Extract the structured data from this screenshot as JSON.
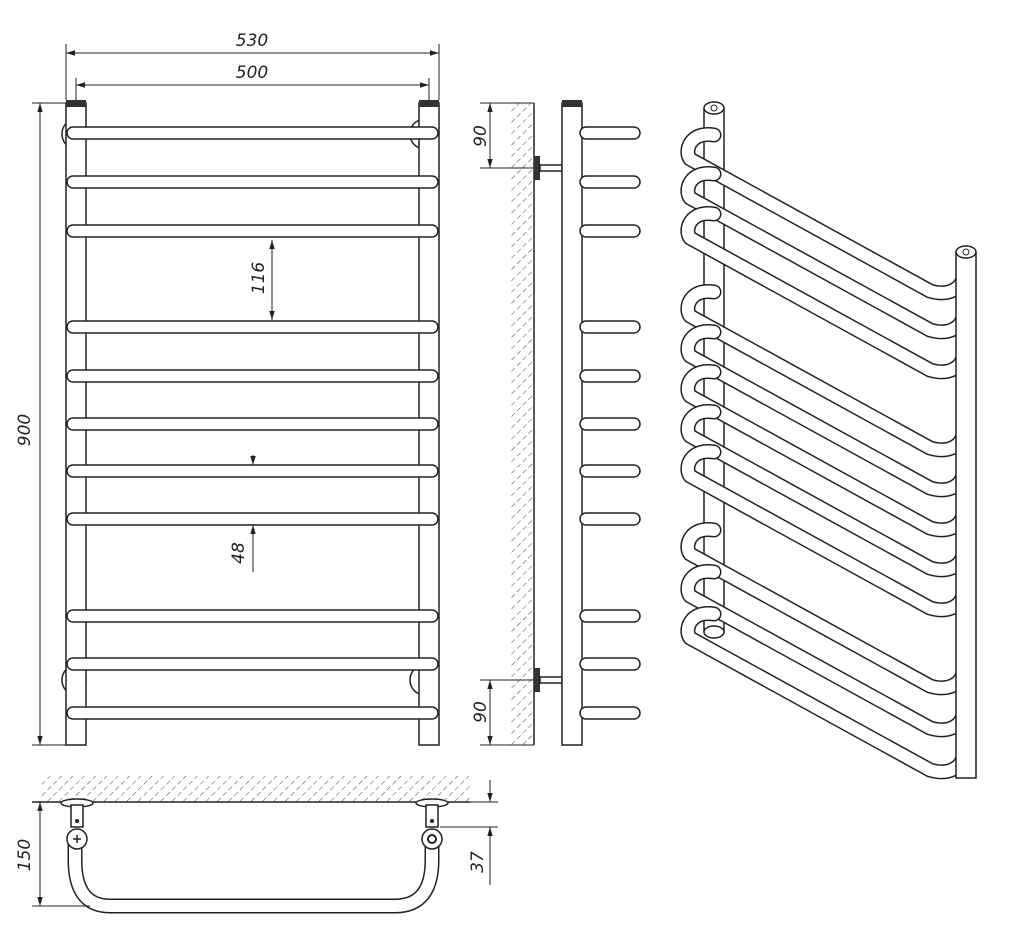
{
  "dimensions": {
    "overall_width": "530",
    "axis_width": "500",
    "rail_group_gap": "116",
    "rail_pitch": "48",
    "height": "900",
    "top_bracket_offset": "90",
    "bottom_bracket_offset": "90",
    "wall_depth": "150",
    "bracket_depth": "37"
  },
  "colors": {
    "line": "#222222",
    "background": "#ffffff"
  }
}
